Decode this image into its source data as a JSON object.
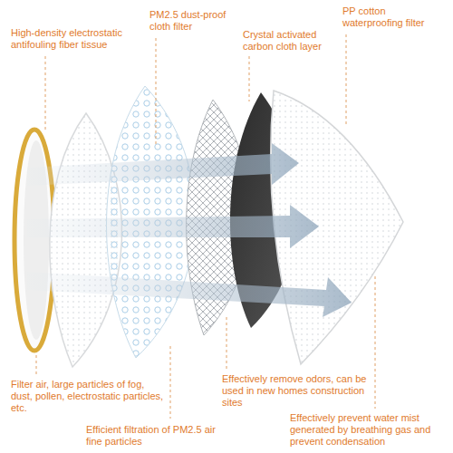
{
  "diagram": {
    "labels": [
      "High-density electrostatic antifouling fiber tissue",
      "PM2.5 dust-proof cloth filter",
      "Crystal activated carbon cloth layer",
      "PP cotton waterproofing filter",
      "Filter air, large particles of fog, dust, pollen, electrostatic particles, etc.",
      "Efficient filtration of PM2.5 air fine particles",
      "Effectively remove odors, can be used in new homes construction sites",
      "Effectively prevent water mist generated by breathing gas and prevent condensation"
    ]
  }
}
